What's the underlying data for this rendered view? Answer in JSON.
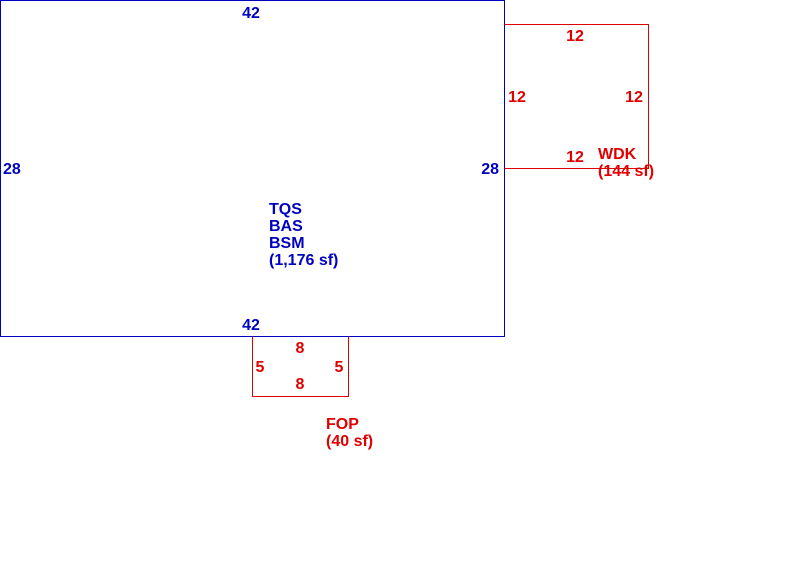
{
  "colors": {
    "main": "#0000c0",
    "addition": "#e00000",
    "background": "#ffffff"
  },
  "main_area": {
    "dims": {
      "top": "42",
      "bottom": "42",
      "left": "28",
      "right": "28"
    },
    "codes": [
      "TQS",
      "BAS",
      "BSM"
    ],
    "area": "(1,176 sf)"
  },
  "wdk": {
    "code": "WDK",
    "area": "(144 sf)",
    "dims": {
      "top": "12",
      "left": "12",
      "right": "12",
      "bottom": "12"
    }
  },
  "fop": {
    "code": "FOP",
    "area": "(40 sf)",
    "dims": {
      "top": "8",
      "bottom": "8",
      "left": "5",
      "right": "5"
    }
  }
}
